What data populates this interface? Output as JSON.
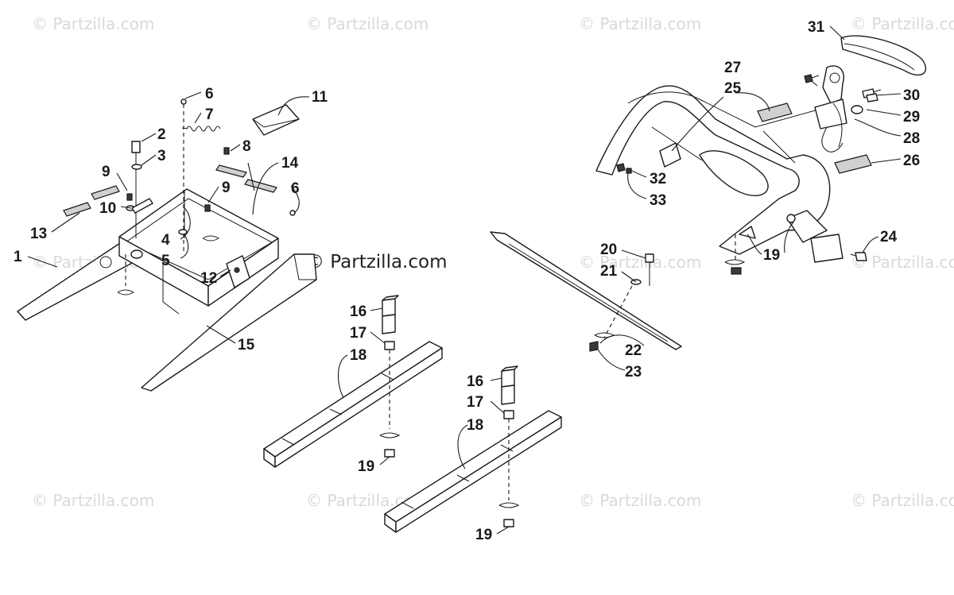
{
  "watermarks": {
    "text": "© Partzilla.com",
    "center_text": "© Partzilla.com"
  },
  "callouts": {
    "c1": "1",
    "c2": "2",
    "c3": "3",
    "c4": "4",
    "c5": "5",
    "c6a": "6",
    "c6b": "6",
    "c7": "7",
    "c8": "8",
    "c9a": "9",
    "c9b": "9",
    "c10": "10",
    "c11": "11",
    "c12": "12",
    "c13": "13",
    "c14": "14",
    "c15": "15",
    "c16a": "16",
    "c16b": "16",
    "c17a": "17",
    "c17b": "17",
    "c18a": "18",
    "c18b": "18",
    "c19a": "19",
    "c19b": "19",
    "c19c": "19",
    "c20": "20",
    "c21": "21",
    "c22": "22",
    "c23": "23",
    "c24": "24",
    "c25": "25",
    "c26": "26",
    "c27": "27",
    "c28": "28",
    "c29": "29",
    "c30": "30",
    "c31": "31",
    "c32": "32",
    "c33": "33"
  },
  "colors": {
    "line": "#1a1a1a",
    "watermark": "#d9d9d9",
    "decal": "#d0d0d0"
  }
}
